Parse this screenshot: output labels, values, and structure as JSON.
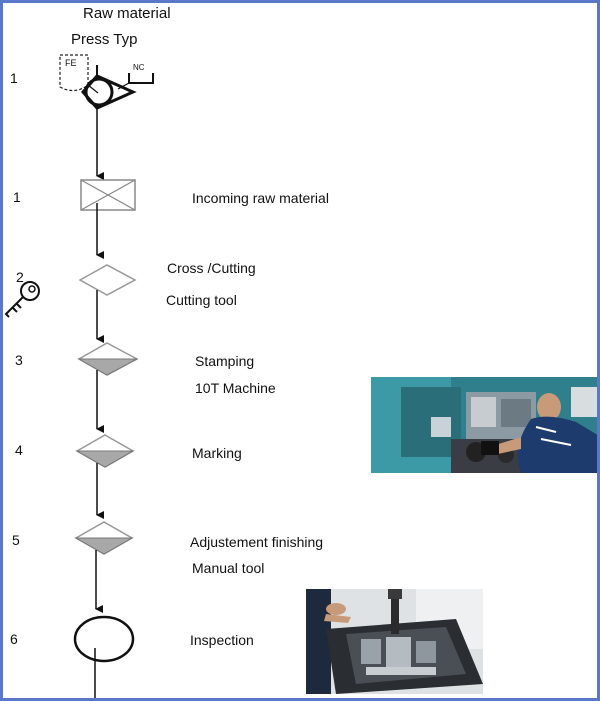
{
  "header": {
    "title": "Raw material",
    "subtitle": "Press Typ",
    "symbol_left_text": "FE",
    "symbol_right_text": "NC"
  },
  "steps": [
    {
      "number": "1",
      "label": ""
    },
    {
      "number": "1",
      "label": "Incoming raw material"
    },
    {
      "number": "2",
      "label": "Cross /Cutting",
      "sublabel": "Cutting tool"
    },
    {
      "number": "3",
      "label": "Stamping",
      "sublabel": "10T Machine"
    },
    {
      "number": "4",
      "label": "Marking"
    },
    {
      "number": "5",
      "label": "Adjustement finishing",
      "sublabel": "Manual tool"
    },
    {
      "number": "6",
      "label": "Inspection"
    }
  ],
  "colors": {
    "frame_border": "#5a78c8",
    "shape_fill": "#a8a8a8",
    "shape_stroke": "#555555"
  },
  "icons": {
    "key": "key-icon"
  },
  "photos": [
    {
      "name": "stamping-machine-photo"
    },
    {
      "name": "inspection-fixture-photo"
    }
  ]
}
